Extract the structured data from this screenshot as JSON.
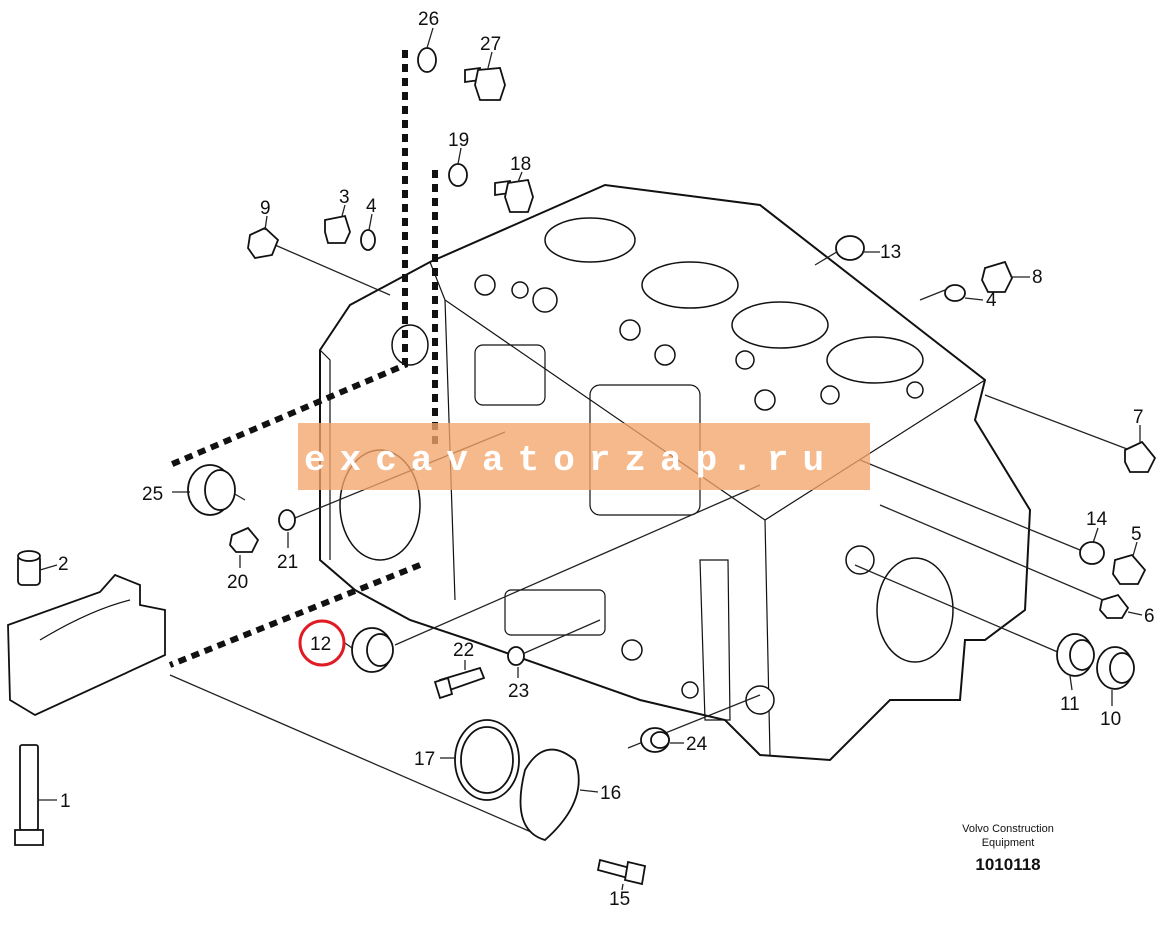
{
  "diagram": {
    "part_numbers": {
      "p1": "1",
      "p2": "2",
      "p3": "3",
      "p4a": "4",
      "p4b": "4",
      "p5": "5",
      "p6": "6",
      "p7": "7",
      "p8": "8",
      "p9": "9",
      "p10": "10",
      "p11": "11",
      "p12": "12",
      "p13": "13",
      "p14": "14",
      "p15": "15",
      "p16": "16",
      "p17": "17",
      "p18": "18",
      "p19": "19",
      "p20": "20",
      "p21": "21",
      "p22": "22",
      "p23": "23",
      "p24": "24",
      "p25": "25",
      "p26": "26",
      "p27": "27"
    },
    "highlighted_part": "12",
    "highlight_color": "#e01b24",
    "watermark": "excavatorzap.ru",
    "watermark_color": "#f4a56a",
    "brand_line1": "Volvo Construction",
    "brand_line2": "Equipment",
    "drawing_number": "1010118"
  }
}
